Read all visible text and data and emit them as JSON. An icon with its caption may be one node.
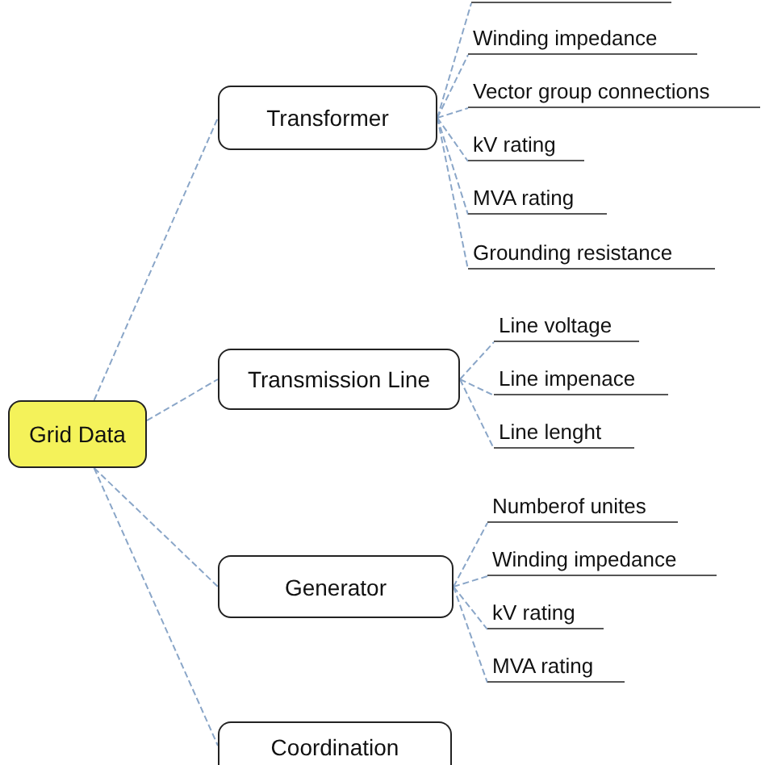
{
  "diagram": {
    "nodes": [
      {
        "text": [
          "Grid Data"
        ]
      },
      {
        "text": [
          "Transformer"
        ]
      },
      {
        "text": [],
        "shape": "bar"
      },
      {
        "text": [
          "Winding impedance"
        ]
      },
      {
        "text": [
          "Vector group connections"
        ]
      },
      {
        "text": [
          "kV rating"
        ]
      },
      {
        "text": [
          "MVA rating"
        ]
      },
      {
        "text": [
          "Grounding resistance"
        ]
      },
      {
        "text": [
          "Transmission Line"
        ]
      },
      {
        "text": [
          "Line voltage"
        ]
      },
      {
        "text": [
          "Line impenace"
        ]
      },
      {
        "text": [
          "Line lenght"
        ]
      },
      {
        "text": [
          "Generator"
        ]
      },
      {
        "text": [
          "Numberof unites"
        ]
      },
      {
        "text": [
          "Winding impedance"
        ]
      },
      {
        "text": [
          "kV rating"
        ]
      },
      {
        "text": [
          "MVA rating"
        ]
      },
      {
        "text": [
          "Coordination"
        ]
      }
    ],
    "edges": [
      {
        "from": 0,
        "to": 1,
        "arrow": "none"
      },
      {
        "from": 1,
        "to": 2,
        "arrow": "none"
      },
      {
        "from": 1,
        "to": 3,
        "arrow": "none"
      },
      {
        "from": 1,
        "to": 4,
        "arrow": "none"
      },
      {
        "from": 1,
        "to": 5,
        "arrow": "none"
      },
      {
        "from": 1,
        "to": 6,
        "arrow": "none"
      },
      {
        "from": 1,
        "to": 7,
        "arrow": "none"
      },
      {
        "from": 0,
        "to": 8,
        "arrow": "none"
      },
      {
        "from": 8,
        "to": 9,
        "arrow": "none"
      },
      {
        "from": 8,
        "to": 10,
        "arrow": "none"
      },
      {
        "from": 8,
        "to": 11,
        "arrow": "none"
      },
      {
        "from": 0,
        "to": 12,
        "arrow": "none"
      },
      {
        "from": 12,
        "to": 13,
        "arrow": "none"
      },
      {
        "from": 12,
        "to": 14,
        "arrow": "none"
      },
      {
        "from": 12,
        "to": 15,
        "arrow": "none"
      },
      {
        "from": 12,
        "to": 16,
        "arrow": "none"
      },
      {
        "from": 0,
        "to": 17,
        "arrow": "none"
      }
    ]
  }
}
